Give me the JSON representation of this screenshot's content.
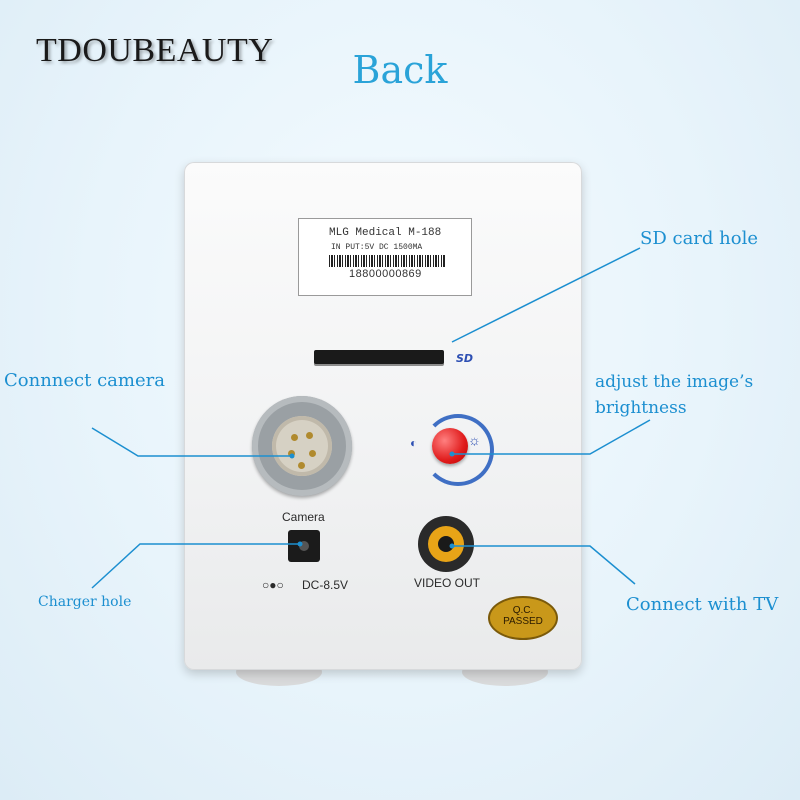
{
  "brand": "TDOUBEAUTY",
  "title": "Back",
  "colors": {
    "accent": "#1c8fd0",
    "title": "#2aa3d8",
    "knob": "#e01b1b",
    "rca": "#e8a417"
  },
  "labels": {
    "connect_camera": "Connnect camera",
    "charger_hole": "Charger hole",
    "sd_card_hole": "SD card hole",
    "brightness_line1": "adjust the image’s",
    "brightness_line2": "brightness",
    "connect_tv": "Connect with TV"
  },
  "device": {
    "sticker": {
      "line1": "MLG Medical M-188",
      "line2": "IN PUT:5V DC 1500MA",
      "serial": "18800000869"
    },
    "sd_logo": "SD",
    "camera_label": "Camera",
    "dc_label": "DC-8.5V",
    "video_label": "VIDEO OUT",
    "qc_line1": "Q.C.",
    "qc_line2": "PASSED",
    "sun_icon": "sun-icon",
    "moon_icon": "moon-icon"
  }
}
